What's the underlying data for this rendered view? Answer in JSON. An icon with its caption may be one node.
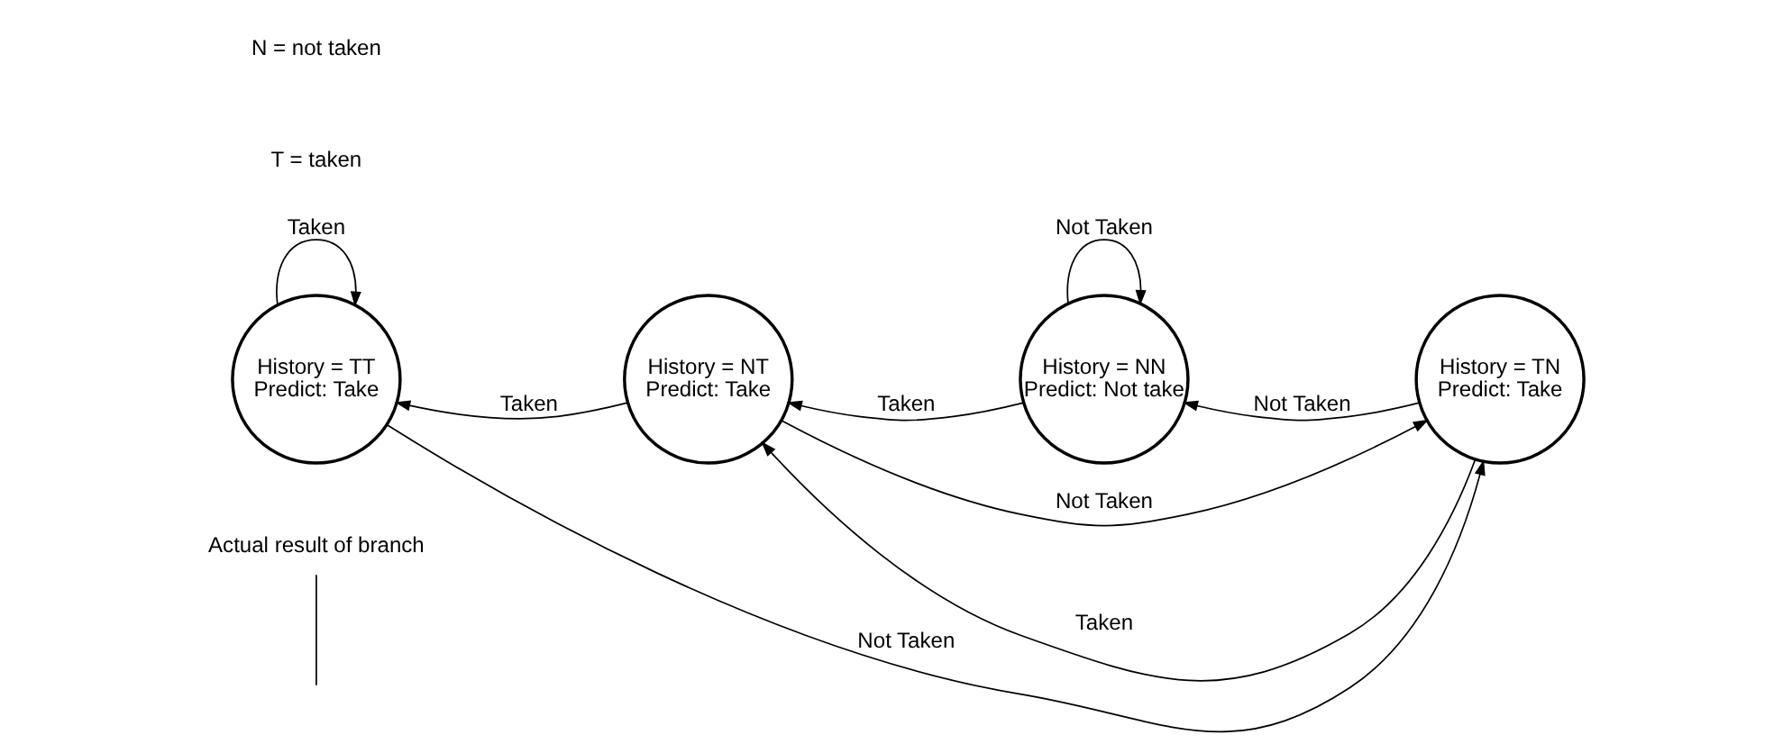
{
  "diagram": {
    "nodes": [
      {
        "text": [
          "Actual result of branch"
        ]
      },
      {
        "text": [
          "History = TT",
          "Predict: Take"
        ]
      },
      {
        "text": [
          "History = NT",
          "Predict: Take"
        ]
      },
      {
        "text": [
          "History = NN",
          "Predict: Not take"
        ]
      },
      {
        "text": [
          "History = TN",
          "Predict: Take"
        ]
      }
    ],
    "edges": [
      {
        "from": 0,
        "to": null,
        "arrow": "none"
      },
      {
        "from": 1,
        "to": 1,
        "arrow": "to",
        "label": "Taken"
      },
      {
        "from": 2,
        "to": 1,
        "arrow": "to",
        "label": "Taken"
      },
      {
        "from": 3,
        "to": 2,
        "arrow": "to",
        "label": "Taken"
      },
      {
        "from": 3,
        "to": 3,
        "arrow": "to",
        "label": "Not Taken"
      },
      {
        "from": 4,
        "to": 3,
        "arrow": "to",
        "label": "Not Taken"
      },
      {
        "from": 4,
        "to": 2,
        "arrow": "to",
        "label": "Taken"
      },
      {
        "from": 2,
        "to": 4,
        "arrow": "to",
        "label": "Not Taken"
      },
      {
        "from": 1,
        "to": 4,
        "arrow": "to",
        "label": "Not Taken"
      }
    ],
    "labels": [
      "T = taken",
      "N = not taken"
    ]
  }
}
